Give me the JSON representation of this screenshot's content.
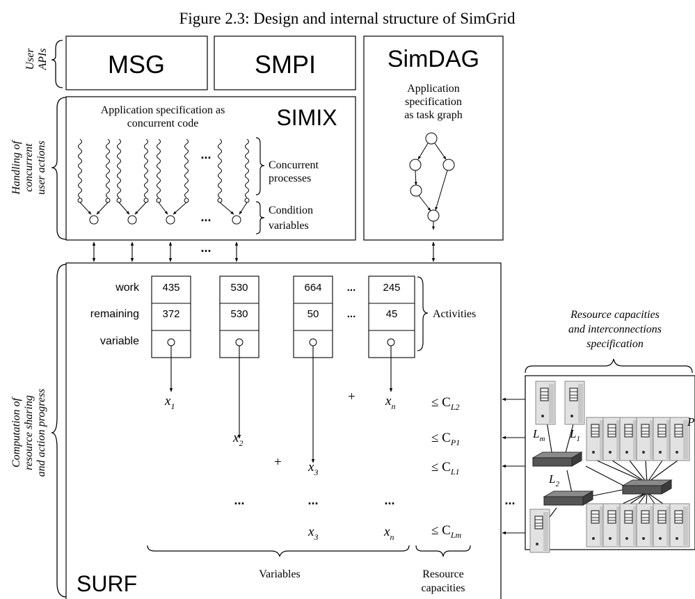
{
  "caption": "Figure 2.3: Design and internal structure of SimGrid",
  "layers": {
    "user_apis": {
      "label_line1": "User",
      "label_line2": "APIs"
    },
    "concurrency": {
      "label_line1": "Handling of",
      "label_line2": "concurrent",
      "label_line3": "user actions"
    },
    "computation": {
      "label_line1": "Computation of",
      "label_line2": "resource sharing",
      "label_line3": "and action progress"
    }
  },
  "apis": {
    "msg": "MSG",
    "smpi": "SMPI",
    "simdag": "SimDAG"
  },
  "simix": {
    "title": "SIMIX",
    "spec_line1": "Application specification as",
    "spec_line2": "concurrent code",
    "processes_line1": "Concurrent",
    "processes_line2": "processes",
    "conditions_line1": "Condition",
    "conditions_line2": "variables",
    "ellipsis": "..."
  },
  "simdag": {
    "spec_line1": "Application",
    "spec_line2": "specification",
    "spec_line3": "as task graph"
  },
  "surf": {
    "title": "SURF",
    "row_labels": {
      "work": "work",
      "remaining": "remaining",
      "variable": "variable"
    },
    "activities": [
      {
        "work": "435",
        "remaining": "372"
      },
      {
        "work": "530",
        "remaining": "530"
      },
      {
        "work": "664",
        "remaining": "50"
      },
      {
        "work": "245",
        "remaining": "45"
      }
    ],
    "activities_label": "Activities",
    "variables_label": "Variables",
    "capacities_line1": "Resource",
    "capacities_line2": "capacities",
    "ellipsis": "...",
    "plus": "+",
    "leq": "≤ C",
    "x": "x",
    "sub_1": "1",
    "sub_2": "2",
    "sub_3": "3",
    "sub_n": "n",
    "cap_subs": {
      "l2": "L2",
      "p1": "P1",
      "l1": "L1",
      "lm": "Lm"
    }
  },
  "platform": {
    "title_line1": "Resource capacities",
    "title_line2": "and interconnections",
    "title_line3": "specification",
    "L": "L",
    "sub_m": "m",
    "sub_1": "1",
    "sub_2": "2",
    "P": "P",
    "ellipsis": "..."
  }
}
